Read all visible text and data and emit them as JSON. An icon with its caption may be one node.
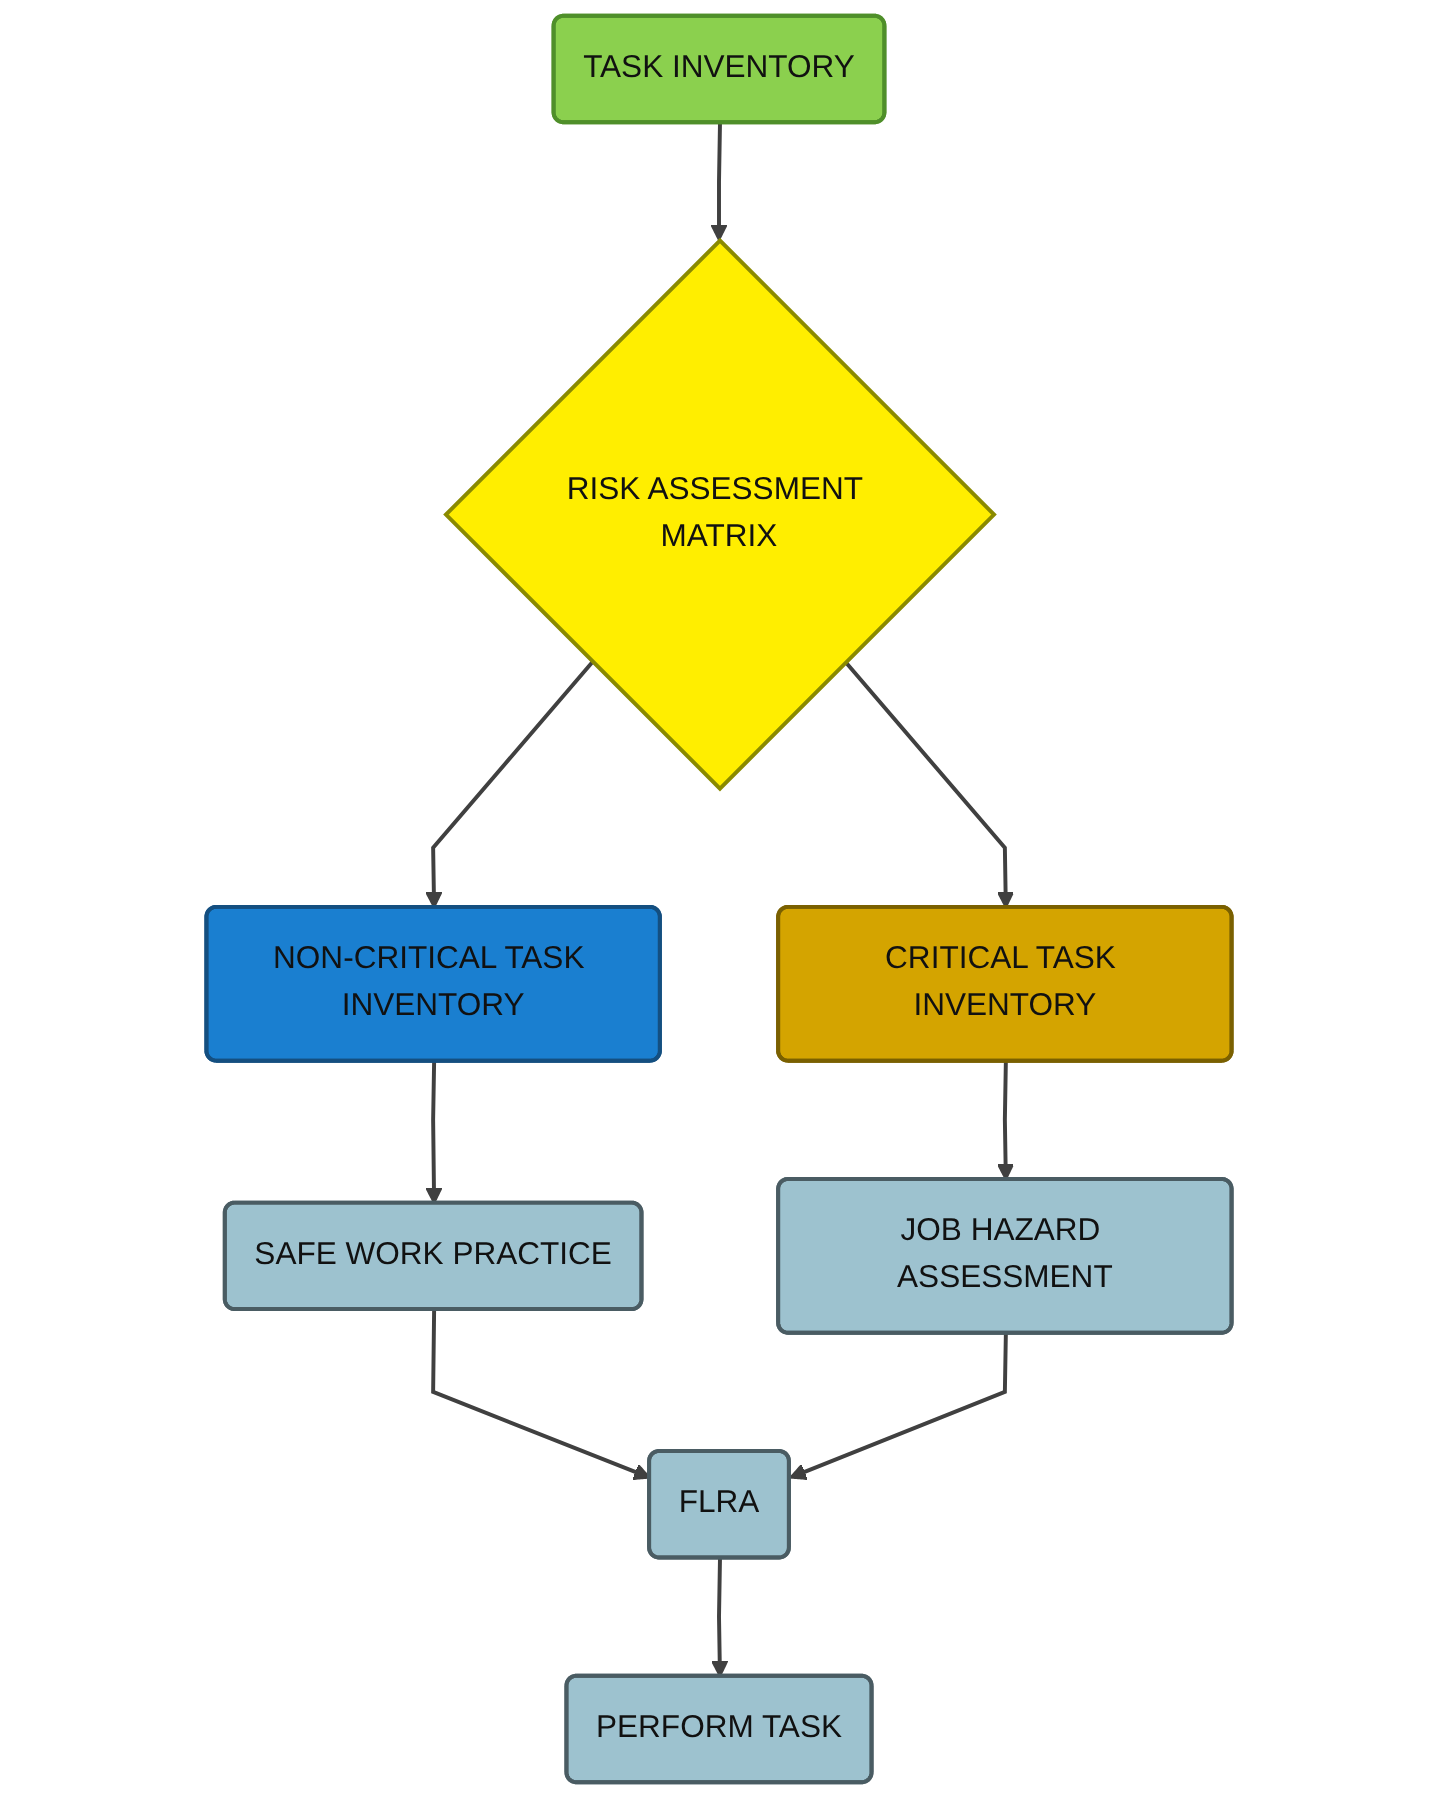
{
  "diagram": {
    "nodes": [
      {
        "text": [
          "TASK INVENTORY"
        ]
      },
      {
        "text": [
          "RISK ASSESSMENT MATRIX"
        ]
      },
      {
        "text": [
          "NON-CRITICAL TASK INVENTORY"
        ]
      },
      {
        "text": [
          "CRITICAL TASK INVENTORY"
        ]
      },
      {
        "text": [
          "SAFE WORK PRACTICE"
        ]
      },
      {
        "text": [
          "JOB HAZARD ASSESSMENT"
        ]
      },
      {
        "text": [
          "FLRA"
        ]
      },
      {
        "text": [
          "PERFORM TASK"
        ]
      }
    ],
    "edges": [
      {
        "from": 0,
        "to": 1,
        "arrow": "to"
      },
      {
        "from": 1,
        "to": 2,
        "arrow": "to"
      },
      {
        "from": 1,
        "to": 3,
        "arrow": "to"
      },
      {
        "from": 2,
        "to": 4,
        "arrow": "to"
      },
      {
        "from": 3,
        "to": 5,
        "arrow": "to"
      },
      {
        "from": 4,
        "to": 6,
        "arrow": "to"
      },
      {
        "from": 5,
        "to": 6,
        "arrow": "to"
      },
      {
        "from": 6,
        "to": 7,
        "arrow": "to"
      }
    ]
  }
}
